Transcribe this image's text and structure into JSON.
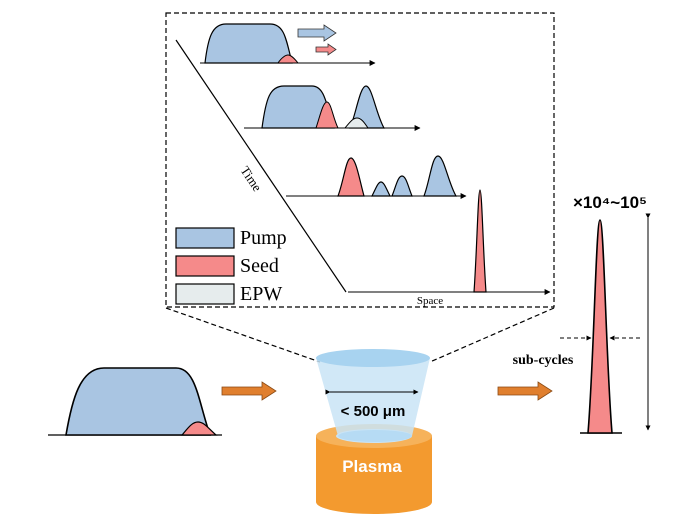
{
  "legend": {
    "items": [
      {
        "label": "Pump",
        "color": "#a9c5e2"
      },
      {
        "label": "Seed",
        "color": "#f58a8a"
      },
      {
        "label": "EPW",
        "color": "#e6eced"
      }
    ]
  },
  "inset": {
    "time_label": "Time",
    "space_label": "Space"
  },
  "plasma": {
    "label": "Plasma",
    "size_label": "< 500 μm",
    "body_color": "#f39a2f",
    "cone_color": "#c9e4f6"
  },
  "output": {
    "amplification_label": "×10⁴~10⁵",
    "width_label": "sub-cycles"
  },
  "colors": {
    "pump": "#a9c5e2",
    "seed": "#f58a8a",
    "epw": "#e6eced",
    "arrow": "#e07f2e"
  }
}
